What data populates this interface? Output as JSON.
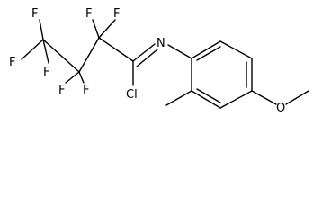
{
  "molecule": {
    "atoms": {
      "f_terminal_top": "F",
      "f_terminal_left": "F",
      "f_terminal_bottom": "F",
      "f_middle_top_left": "F",
      "f_middle_top_right": "F",
      "f_middle_bottom_left": "F",
      "f_middle_bottom_right": "F",
      "imine_n": "N",
      "chloro": "Cl",
      "methoxy_o": "O"
    }
  }
}
